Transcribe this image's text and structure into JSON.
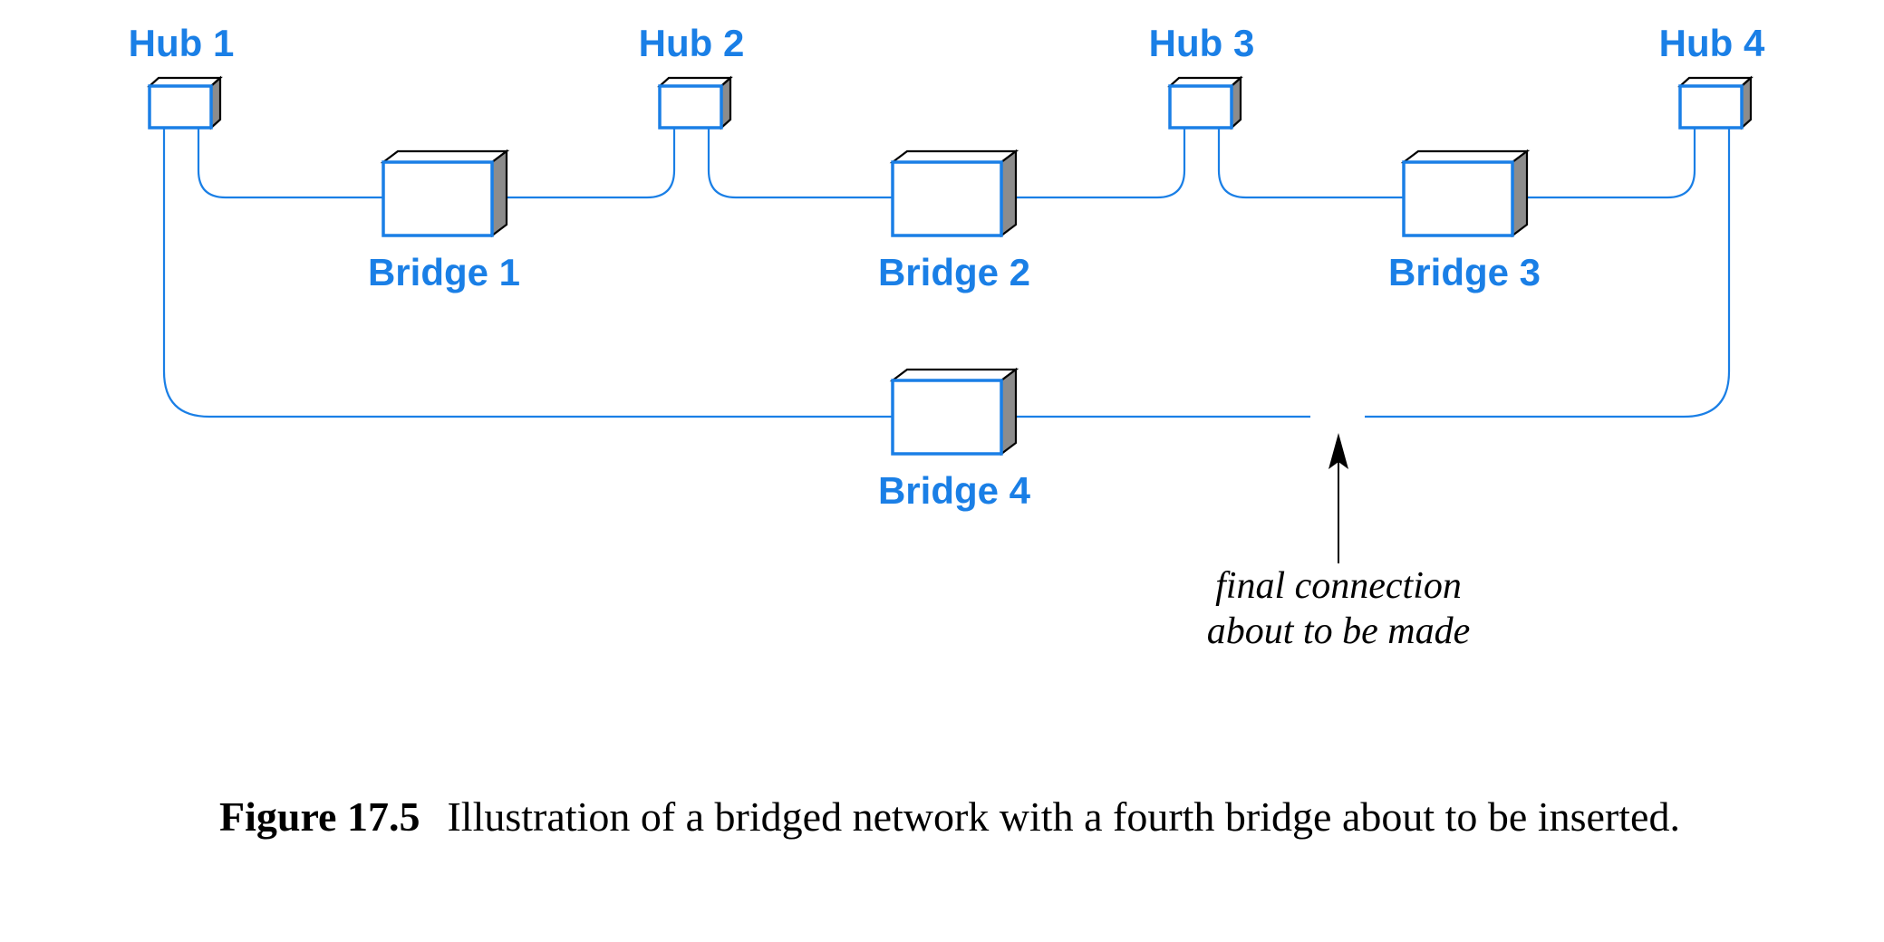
{
  "hubs": [
    {
      "label": "Hub 1"
    },
    {
      "label": "Hub 2"
    },
    {
      "label": "Hub 3"
    },
    {
      "label": "Hub 4"
    }
  ],
  "bridges": [
    {
      "label": "Bridge 1"
    },
    {
      "label": "Bridge 2"
    },
    {
      "label": "Bridge 3"
    },
    {
      "label": "Bridge 4"
    }
  ],
  "annotation": {
    "line1": "final connection",
    "line2": "about to be made"
  },
  "caption": {
    "label": "Figure 17.5",
    "text": "Illustration of a bridged network with a fourth bridge about to be inserted."
  },
  "colors": {
    "device_blue": "#1a7fe6",
    "box_shadow": "#8c8c8c",
    "text_black": "#000000"
  }
}
